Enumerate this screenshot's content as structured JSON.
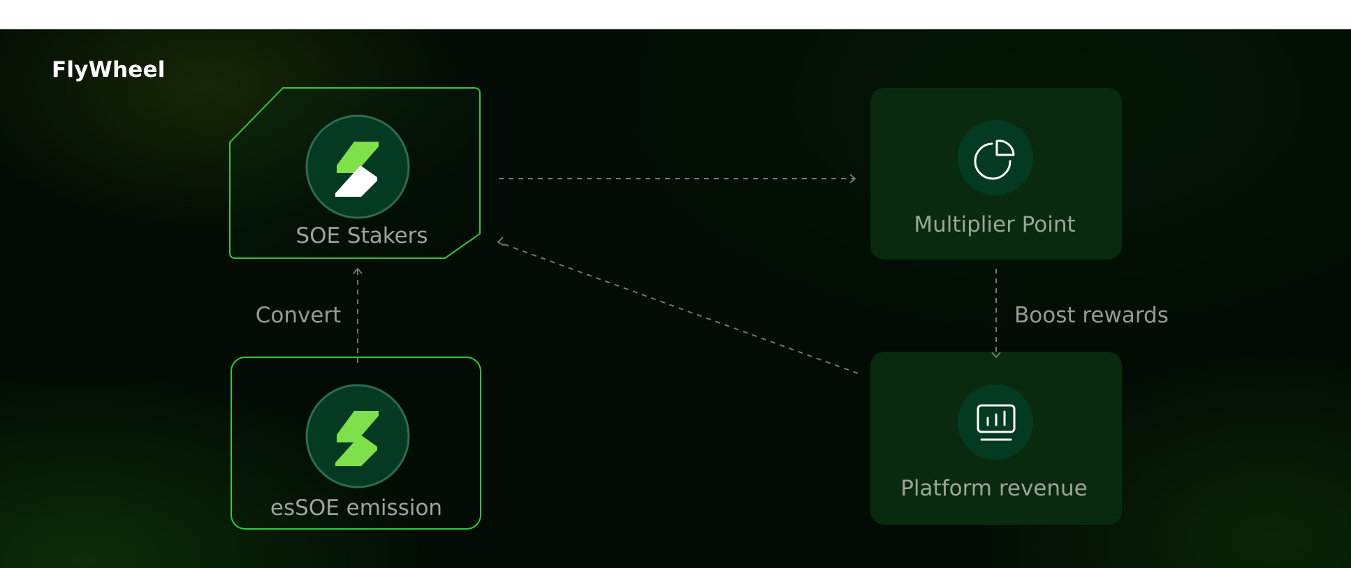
{
  "brand": {
    "title": "FlyWheel"
  },
  "diagram": {
    "nodes": {
      "soe_stakers": {
        "label": "SOE Stakers",
        "icon": "soe-logo-icon"
      },
      "essoe_emission": {
        "label": "esSOE emission",
        "icon": "essoe-logo-icon"
      },
      "multiplier_point": {
        "label": "Multiplier Point",
        "icon": "pie-chart-icon"
      },
      "platform_revenue": {
        "label": "Platform revenue",
        "icon": "revenue-chart-icon"
      }
    },
    "edges": {
      "convert": {
        "label": "Convert",
        "from": "essoe_emission",
        "to": "soe_stakers"
      },
      "stakers_to_multiplier": {
        "label": "",
        "from": "soe_stakers",
        "to": "multiplier_point"
      },
      "boost_rewards": {
        "label": "Boost rewards",
        "from": "multiplier_point",
        "to": "platform_revenue"
      },
      "revenue_to_stakers": {
        "label": "",
        "from": "platform_revenue",
        "to": "soe_stakers"
      }
    }
  },
  "colors": {
    "accent_green": "#7ee04a",
    "outline_green": "#35c73a",
    "icon_circle": "#053a22",
    "card_dark": "#0a2a0f"
  }
}
